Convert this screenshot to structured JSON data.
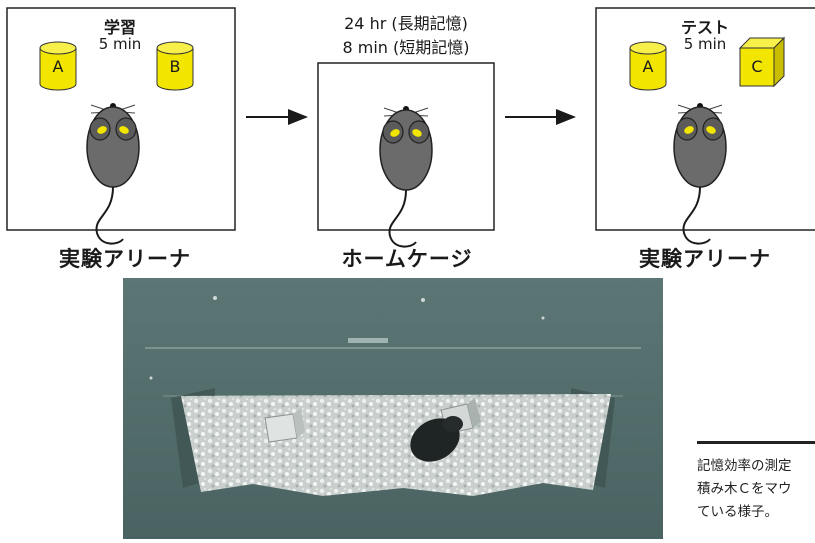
{
  "stages": [
    {
      "box_title": "学習",
      "box_subtitle": "5 min",
      "objects": [
        "A",
        "B"
      ],
      "label": "実験アリーナ"
    },
    {
      "above_line1": "24 hr (長期記憶)",
      "above_line2": "8 min (短期記憶)",
      "label": "ホームケージ"
    },
    {
      "box_title": "テスト",
      "box_subtitle": "5 min",
      "objects": [
        "A",
        "C"
      ],
      "label": "実験アリーナ"
    }
  ],
  "caption": {
    "lines": [
      "記憶効率の測定",
      "積み木Ｃをマウ",
      "ている様子。"
    ]
  },
  "colors": {
    "object_fill": "#f2e600",
    "mouse_body": "#6b6b6b",
    "photo_bg": "#4f6a69"
  }
}
